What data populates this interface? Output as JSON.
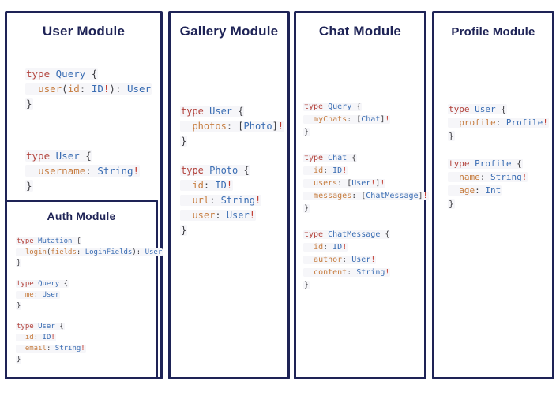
{
  "colors": {
    "border_navy": "#1e2356",
    "title_navy": "#1e2356",
    "keyword_red": "#b2413a",
    "type_blue": "#3a6db3",
    "field_orange": "#c67c3e",
    "punctuation": "#3f3f44",
    "bang_red": "#c13b30",
    "background": "#ffffff"
  },
  "panels": [
    {
      "id": "user-module",
      "title": "User Module",
      "code": [
        [
          [
            [
              "k",
              "type "
            ],
            [
              "t",
              "Query "
            ],
            [
              "p",
              "{"
            ]
          ],
          [
            [
              "p",
              "  "
            ],
            [
              "f",
              "user"
            ],
            [
              "p",
              "("
            ],
            [
              "f",
              "id"
            ],
            [
              "p",
              ": "
            ],
            [
              "t",
              "ID"
            ],
            [
              "b",
              "!"
            ],
            [
              "p",
              "): "
            ],
            [
              "t",
              "User"
            ]
          ],
          [
            [
              "p",
              "}"
            ]
          ]
        ],
        [
          [
            [
              "k",
              "type "
            ],
            [
              "t",
              "User "
            ],
            [
              "p",
              "{"
            ]
          ],
          [
            [
              "p",
              "  "
            ],
            [
              "f",
              "username"
            ],
            [
              "p",
              ": "
            ],
            [
              "t",
              "String"
            ],
            [
              "b",
              "!"
            ]
          ],
          [
            [
              "p",
              "}"
            ]
          ]
        ]
      ]
    },
    {
      "id": "gallery-module",
      "title": "Gallery Module",
      "code": [
        [
          [
            [
              "k",
              "type "
            ],
            [
              "t",
              "User "
            ],
            [
              "p",
              "{"
            ]
          ],
          [
            [
              "p",
              "  "
            ],
            [
              "f",
              "photos"
            ],
            [
              "p",
              ": ["
            ],
            [
              "t",
              "Photo"
            ],
            [
              "p",
              "]"
            ],
            [
              "b",
              "!"
            ]
          ],
          [
            [
              "p",
              "}"
            ]
          ]
        ],
        [
          [
            [
              "k",
              "type "
            ],
            [
              "t",
              "Photo "
            ],
            [
              "p",
              "{"
            ]
          ],
          [
            [
              "p",
              "  "
            ],
            [
              "f",
              "id"
            ],
            [
              "p",
              ": "
            ],
            [
              "t",
              "ID"
            ],
            [
              "b",
              "!"
            ]
          ],
          [
            [
              "p",
              "  "
            ],
            [
              "f",
              "url"
            ],
            [
              "p",
              ": "
            ],
            [
              "t",
              "String"
            ],
            [
              "b",
              "!"
            ]
          ],
          [
            [
              "p",
              "  "
            ],
            [
              "f",
              "user"
            ],
            [
              "p",
              ": "
            ],
            [
              "t",
              "User"
            ],
            [
              "b",
              "!"
            ]
          ],
          [
            [
              "p",
              "}"
            ]
          ]
        ]
      ]
    },
    {
      "id": "chat-module",
      "title": "Chat Module",
      "code": [
        [
          [
            [
              "k",
              "type "
            ],
            [
              "t",
              "Query "
            ],
            [
              "p",
              "{"
            ]
          ],
          [
            [
              "p",
              "  "
            ],
            [
              "f",
              "myChats"
            ],
            [
              "p",
              ": ["
            ],
            [
              "t",
              "Chat"
            ],
            [
              "p",
              "]"
            ],
            [
              "b",
              "!"
            ]
          ],
          [
            [
              "p",
              "}"
            ]
          ]
        ],
        [
          [
            [
              "k",
              "type "
            ],
            [
              "t",
              "Chat "
            ],
            [
              "p",
              "{"
            ]
          ],
          [
            [
              "p",
              "  "
            ],
            [
              "f",
              "id"
            ],
            [
              "p",
              ": "
            ],
            [
              "t",
              "ID"
            ],
            [
              "b",
              "!"
            ]
          ],
          [
            [
              "p",
              "  "
            ],
            [
              "f",
              "users"
            ],
            [
              "p",
              ": ["
            ],
            [
              "t",
              "User"
            ],
            [
              "b",
              "!"
            ],
            [
              "p",
              "]"
            ],
            [
              "b",
              "!"
            ]
          ],
          [
            [
              "p",
              "  "
            ],
            [
              "f",
              "messages"
            ],
            [
              "p",
              ": ["
            ],
            [
              "t",
              "ChatMessage"
            ],
            [
              "p",
              "]"
            ],
            [
              "b",
              "!"
            ]
          ],
          [
            [
              "p",
              "}"
            ]
          ]
        ],
        [
          [
            [
              "k",
              "type "
            ],
            [
              "t",
              "ChatMessage "
            ],
            [
              "p",
              "{"
            ]
          ],
          [
            [
              "p",
              "  "
            ],
            [
              "f",
              "id"
            ],
            [
              "p",
              ": "
            ],
            [
              "t",
              "ID"
            ],
            [
              "b",
              "!"
            ]
          ],
          [
            [
              "p",
              "  "
            ],
            [
              "f",
              "author"
            ],
            [
              "p",
              ": "
            ],
            [
              "t",
              "User"
            ],
            [
              "b",
              "!"
            ]
          ],
          [
            [
              "p",
              "  "
            ],
            [
              "f",
              "content"
            ],
            [
              "p",
              ": "
            ],
            [
              "t",
              "String"
            ],
            [
              "b",
              "!"
            ]
          ],
          [
            [
              "p",
              "}"
            ]
          ]
        ]
      ]
    },
    {
      "id": "profile-module",
      "title": "Profile Module",
      "code": [
        [
          [
            [
              "k",
              "type "
            ],
            [
              "t",
              "User "
            ],
            [
              "p",
              "{"
            ]
          ],
          [
            [
              "p",
              "  "
            ],
            [
              "f",
              "profile"
            ],
            [
              "p",
              ": "
            ],
            [
              "t",
              "Profile"
            ],
            [
              "b",
              "!"
            ]
          ],
          [
            [
              "p",
              "}"
            ]
          ]
        ],
        [
          [
            [
              "k",
              "type "
            ],
            [
              "t",
              "Profile "
            ],
            [
              "p",
              "{"
            ]
          ],
          [
            [
              "p",
              "  "
            ],
            [
              "f",
              "name"
            ],
            [
              "p",
              ": "
            ],
            [
              "t",
              "String"
            ],
            [
              "b",
              "!"
            ]
          ],
          [
            [
              "p",
              "  "
            ],
            [
              "f",
              "age"
            ],
            [
              "p",
              ": "
            ],
            [
              "t",
              "Int"
            ]
          ],
          [
            [
              "p",
              "}"
            ]
          ]
        ]
      ]
    }
  ],
  "auth_module": {
    "title": "Auth Module",
    "code": [
      [
        [
          [
            "k",
            "type "
          ],
          [
            "t",
            "Mutation "
          ],
          [
            "p",
            "{"
          ]
        ],
        [
          [
            "p",
            "  "
          ],
          [
            "f",
            "login"
          ],
          [
            "p",
            "("
          ],
          [
            "f",
            "fields"
          ],
          [
            "p",
            ": "
          ],
          [
            "t",
            "LoginFields"
          ],
          [
            "p",
            "): "
          ],
          [
            "t",
            "User"
          ]
        ],
        [
          [
            "p",
            "}"
          ]
        ]
      ],
      [
        [
          [
            "k",
            "type "
          ],
          [
            "t",
            "Query "
          ],
          [
            "p",
            "{"
          ]
        ],
        [
          [
            "p",
            "  "
          ],
          [
            "f",
            "me"
          ],
          [
            "p",
            ": "
          ],
          [
            "t",
            "User"
          ]
        ],
        [
          [
            "p",
            "}"
          ]
        ]
      ],
      [
        [
          [
            "k",
            "type "
          ],
          [
            "t",
            "User "
          ],
          [
            "p",
            "{"
          ]
        ],
        [
          [
            "p",
            "  "
          ],
          [
            "f",
            "id"
          ],
          [
            "p",
            ": "
          ],
          [
            "t",
            "ID"
          ],
          [
            "b",
            "!"
          ]
        ],
        [
          [
            "p",
            "  "
          ],
          [
            "f",
            "email"
          ],
          [
            "p",
            ": "
          ],
          [
            "t",
            "String"
          ],
          [
            "b",
            "!"
          ]
        ],
        [
          [
            "p",
            "}"
          ]
        ]
      ]
    ]
  }
}
